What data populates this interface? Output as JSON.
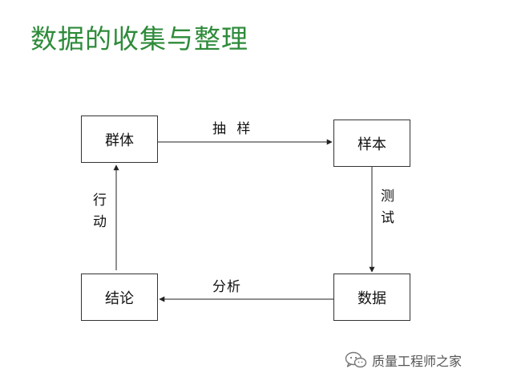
{
  "title": "数据的收集与整理",
  "nodes": {
    "population": "群体",
    "sample": "样本",
    "data": "数据",
    "conclusion": "结论"
  },
  "edges": {
    "sampling": "抽 样",
    "testing": "测试",
    "analysis": "分析",
    "action": "行动"
  },
  "watermark": {
    "text": "质量工程师之家",
    "icon": "wechat-icon"
  },
  "colors": {
    "title": "#2e8b3a",
    "box_border": "#333333",
    "arrow": "#222222",
    "watermark": "#555555"
  }
}
